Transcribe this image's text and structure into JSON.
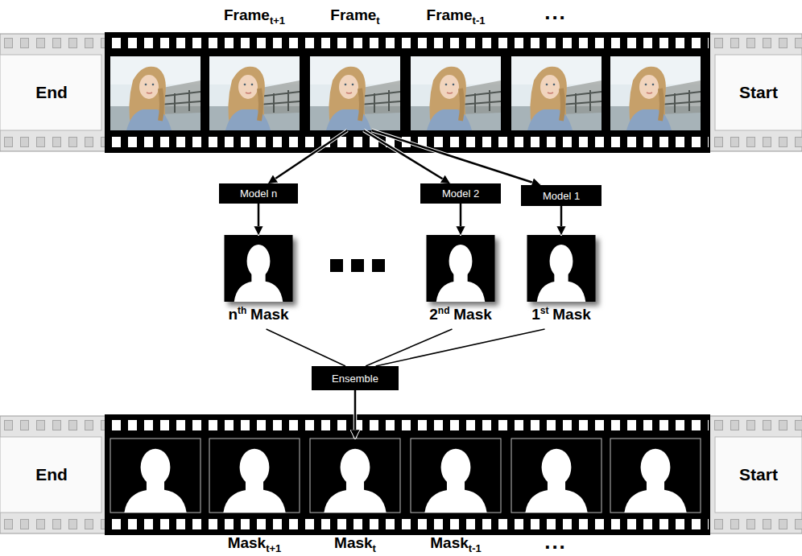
{
  "diagram": {
    "nodes": [
      {
        "text": [
          "End",
          "Start"
        ]
      },
      {
        "text": [
          "Frame",
          "t+1"
        ],
        "in": 0
      },
      {
        "text": [
          "Frame",
          "t"
        ],
        "in": 0
      },
      {
        "text": [
          "Frame",
          "t-1"
        ],
        "in": 0
      },
      {
        "text": [
          "Model n"
        ]
      },
      {
        "text": [
          "Model 2"
        ]
      },
      {
        "text": [
          "Model 1"
        ]
      },
      {
        "text": [
          "n",
          "th",
          "Mask"
        ]
      },
      {
        "text": [
          "2",
          "nd",
          "Mask"
        ]
      },
      {
        "text": [
          "1",
          "st",
          "Mask"
        ]
      },
      {
        "text": [
          "Ensemble"
        ]
      },
      {
        "text": [
          "End",
          "Start"
        ]
      },
      {
        "text": [
          "Mask",
          "t+1"
        ],
        "in": 11
      },
      {
        "text": [
          "Mask",
          "t"
        ],
        "in": 11
      },
      {
        "text": [
          "Mask",
          "t-1"
        ],
        "in": 11
      }
    ],
    "edges": [
      {
        "from": 2,
        "to": 4,
        "arrow": "to"
      },
      {
        "from": 2,
        "to": 5,
        "arrow": "to"
      },
      {
        "from": 2,
        "to": 6,
        "arrow": "to"
      },
      {
        "from": 4,
        "to": 7,
        "arrow": "to"
      },
      {
        "from": 5,
        "to": 8,
        "arrow": "to"
      },
      {
        "from": 6,
        "to": 9,
        "arrow": "to"
      },
      {
        "from": 7,
        "to": 10,
        "arrow": "none"
      },
      {
        "from": 8,
        "to": 10,
        "arrow": "none"
      },
      {
        "from": 9,
        "to": 10,
        "arrow": "none"
      },
      {
        "from": 10,
        "to": 13,
        "arrow": "to"
      }
    ],
    "labels": [
      "...",
      "..."
    ]
  }
}
